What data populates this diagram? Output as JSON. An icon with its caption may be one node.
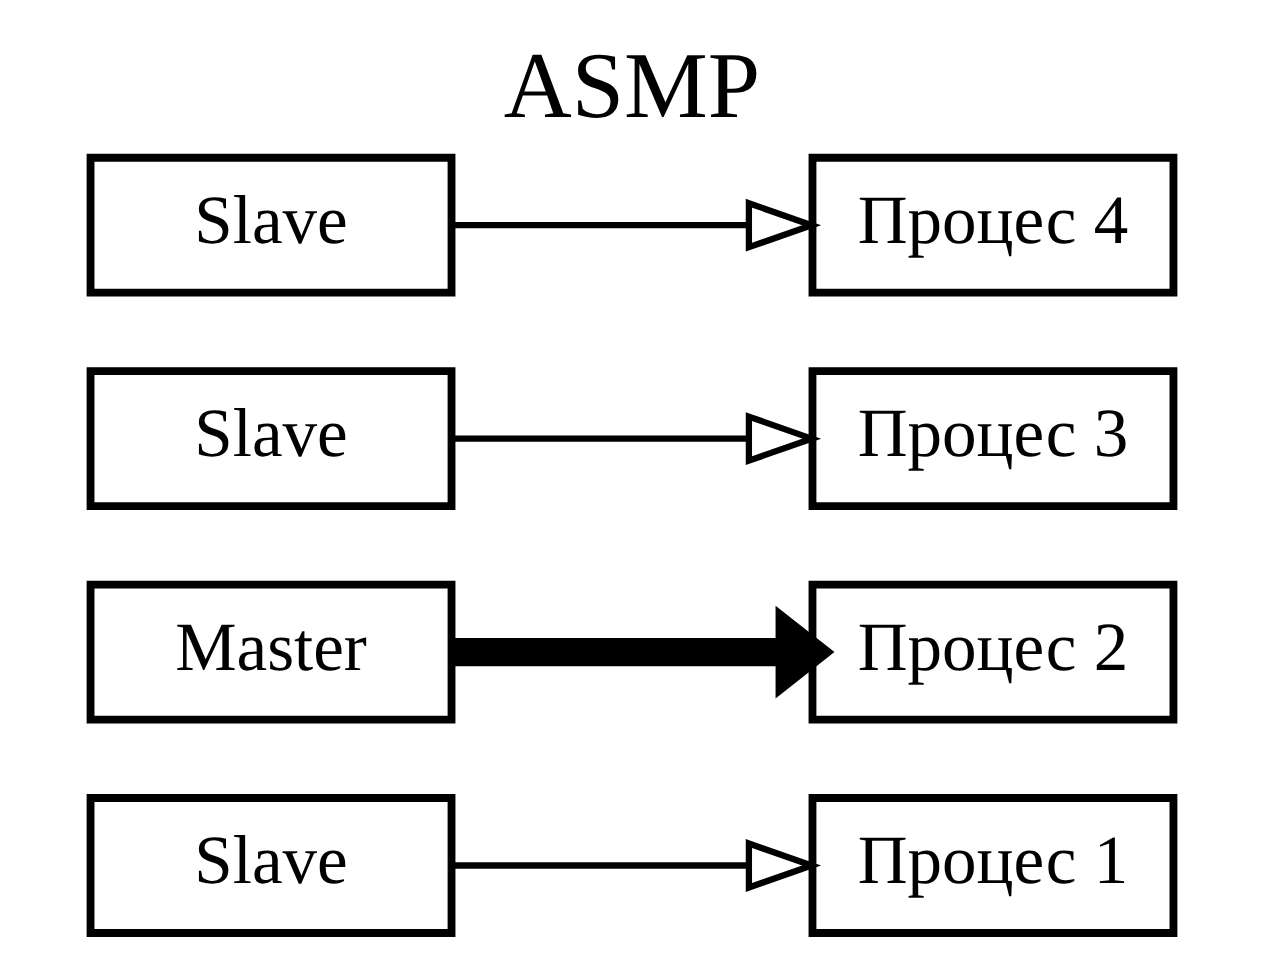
{
  "diagram": {
    "title": "ASMP",
    "nodes": [
      {
        "text": [
          "Slave"
        ]
      },
      {
        "text": [
          "Процес 1"
        ]
      },
      {
        "text": [
          "Master"
        ]
      },
      {
        "text": [
          "Процес 2"
        ]
      },
      {
        "text": [
          "Slave"
        ]
      },
      {
        "text": [
          "Процес 3"
        ]
      },
      {
        "text": [
          "Slave"
        ]
      },
      {
        "text": [
          "Процес 4"
        ]
      }
    ],
    "edges": [
      {
        "from": 0,
        "to": 1,
        "arrow": "to"
      },
      {
        "from": 2,
        "to": 3,
        "arrow": "to",
        "style": "thick"
      },
      {
        "from": 4,
        "to": 5,
        "arrow": "to"
      },
      {
        "from": 6,
        "to": 7,
        "arrow": "to"
      }
    ]
  }
}
